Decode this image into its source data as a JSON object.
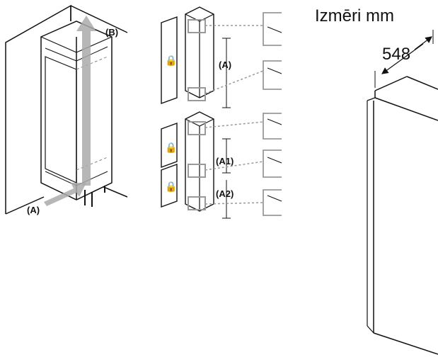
{
  "header": {
    "title": "Izmēri mm"
  },
  "panel1": {
    "label_a": "A",
    "label_b": "B"
  },
  "panel2": {
    "label_a": "A",
    "label_a1": "A1",
    "label_a2": "A2"
  },
  "panel3": {
    "dimension_width": "548"
  },
  "icons": {
    "door_lock": "weight-lock-icon"
  }
}
